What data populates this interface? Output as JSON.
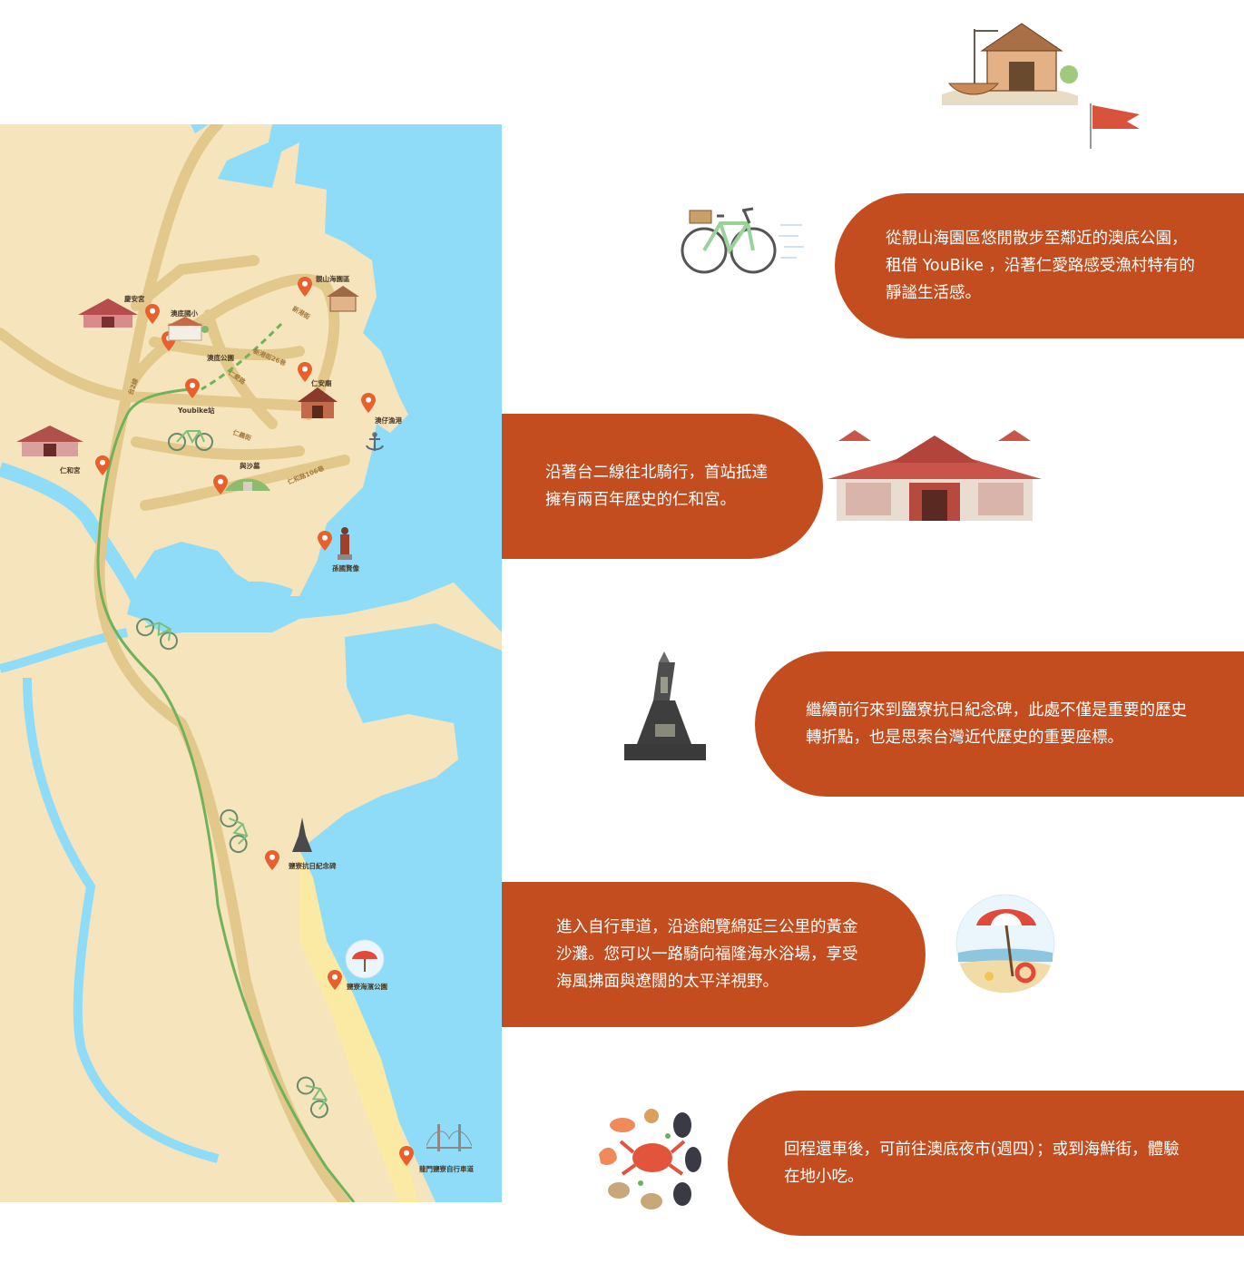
{
  "map": {
    "places": [
      {
        "id": "qingan",
        "label": "慶安宮"
      },
      {
        "id": "aodi_school",
        "label": "澳底國小"
      },
      {
        "id": "aodi_park",
        "label": "澳底公園"
      },
      {
        "id": "youbike",
        "label": "Youbike站"
      },
      {
        "id": "renhe",
        "label": "仁和宮"
      },
      {
        "id": "xingshan",
        "label": "靚山海園區"
      },
      {
        "id": "renan",
        "label": "仁安廟"
      },
      {
        "id": "yuzai",
        "label": "澳仔漁港"
      },
      {
        "id": "yusha",
        "label": "與沙墓"
      },
      {
        "id": "sunyatsen",
        "label": "孫國賢像"
      },
      {
        "id": "monument",
        "label": "鹽寮抗日紀念碑"
      },
      {
        "id": "beachpark",
        "label": "鹽寮海濱公園"
      },
      {
        "id": "bikeway",
        "label": "龍門鹽寮自行車道"
      }
    ],
    "roads": [
      {
        "id": "xinhai",
        "label": "新港街"
      },
      {
        "id": "xinhai26",
        "label": "新港街26巷"
      },
      {
        "id": "renai",
        "label": "仁愛路"
      },
      {
        "id": "renyi",
        "label": "仁義街"
      },
      {
        "id": "renhe106",
        "label": "仁和路106巷"
      },
      {
        "id": "tai2",
        "label": "台2線"
      }
    ]
  },
  "steps": [
    {
      "text": "從靚山海園區悠閒散步至鄰近的澳底公園，租借 YouBike ，沿著仁愛路感受漁村特有的靜謐生活感。",
      "illustration": "bicycle-icon"
    },
    {
      "text": "沿著台二線往北騎行，首站抵達擁有兩百年歷史的仁和宮。",
      "illustration": "temple-icon"
    },
    {
      "text": "繼續前行來到鹽寮抗日紀念碑，此處不僅是重要的歷史轉折點，也是思索台灣近代歷史的重要座標。",
      "illustration": "monument-icon"
    },
    {
      "text": "進入自行車道，沿途飽覽綿延三公里的黃金沙灘。您可以一路騎向福隆海水浴場，享受海風拂面與遼闊的太平洋視野。",
      "illustration": "beach-umbrella-icon"
    },
    {
      "text": "回程還車後，可前往澳底夜市(週四）；或到海鮮街，體驗在地小吃。",
      "illustration": "seafood-icon"
    }
  ],
  "colors": {
    "card": "#c34d1f",
    "sea": "#8fdcf8",
    "land": "#f6e4bd",
    "road": "#e2c98b",
    "route": "#6fb25a",
    "pin": "#e8602c",
    "flag": "#d9533c"
  },
  "decor": [
    "boat-workshop-icon",
    "red-flag-icon"
  ]
}
